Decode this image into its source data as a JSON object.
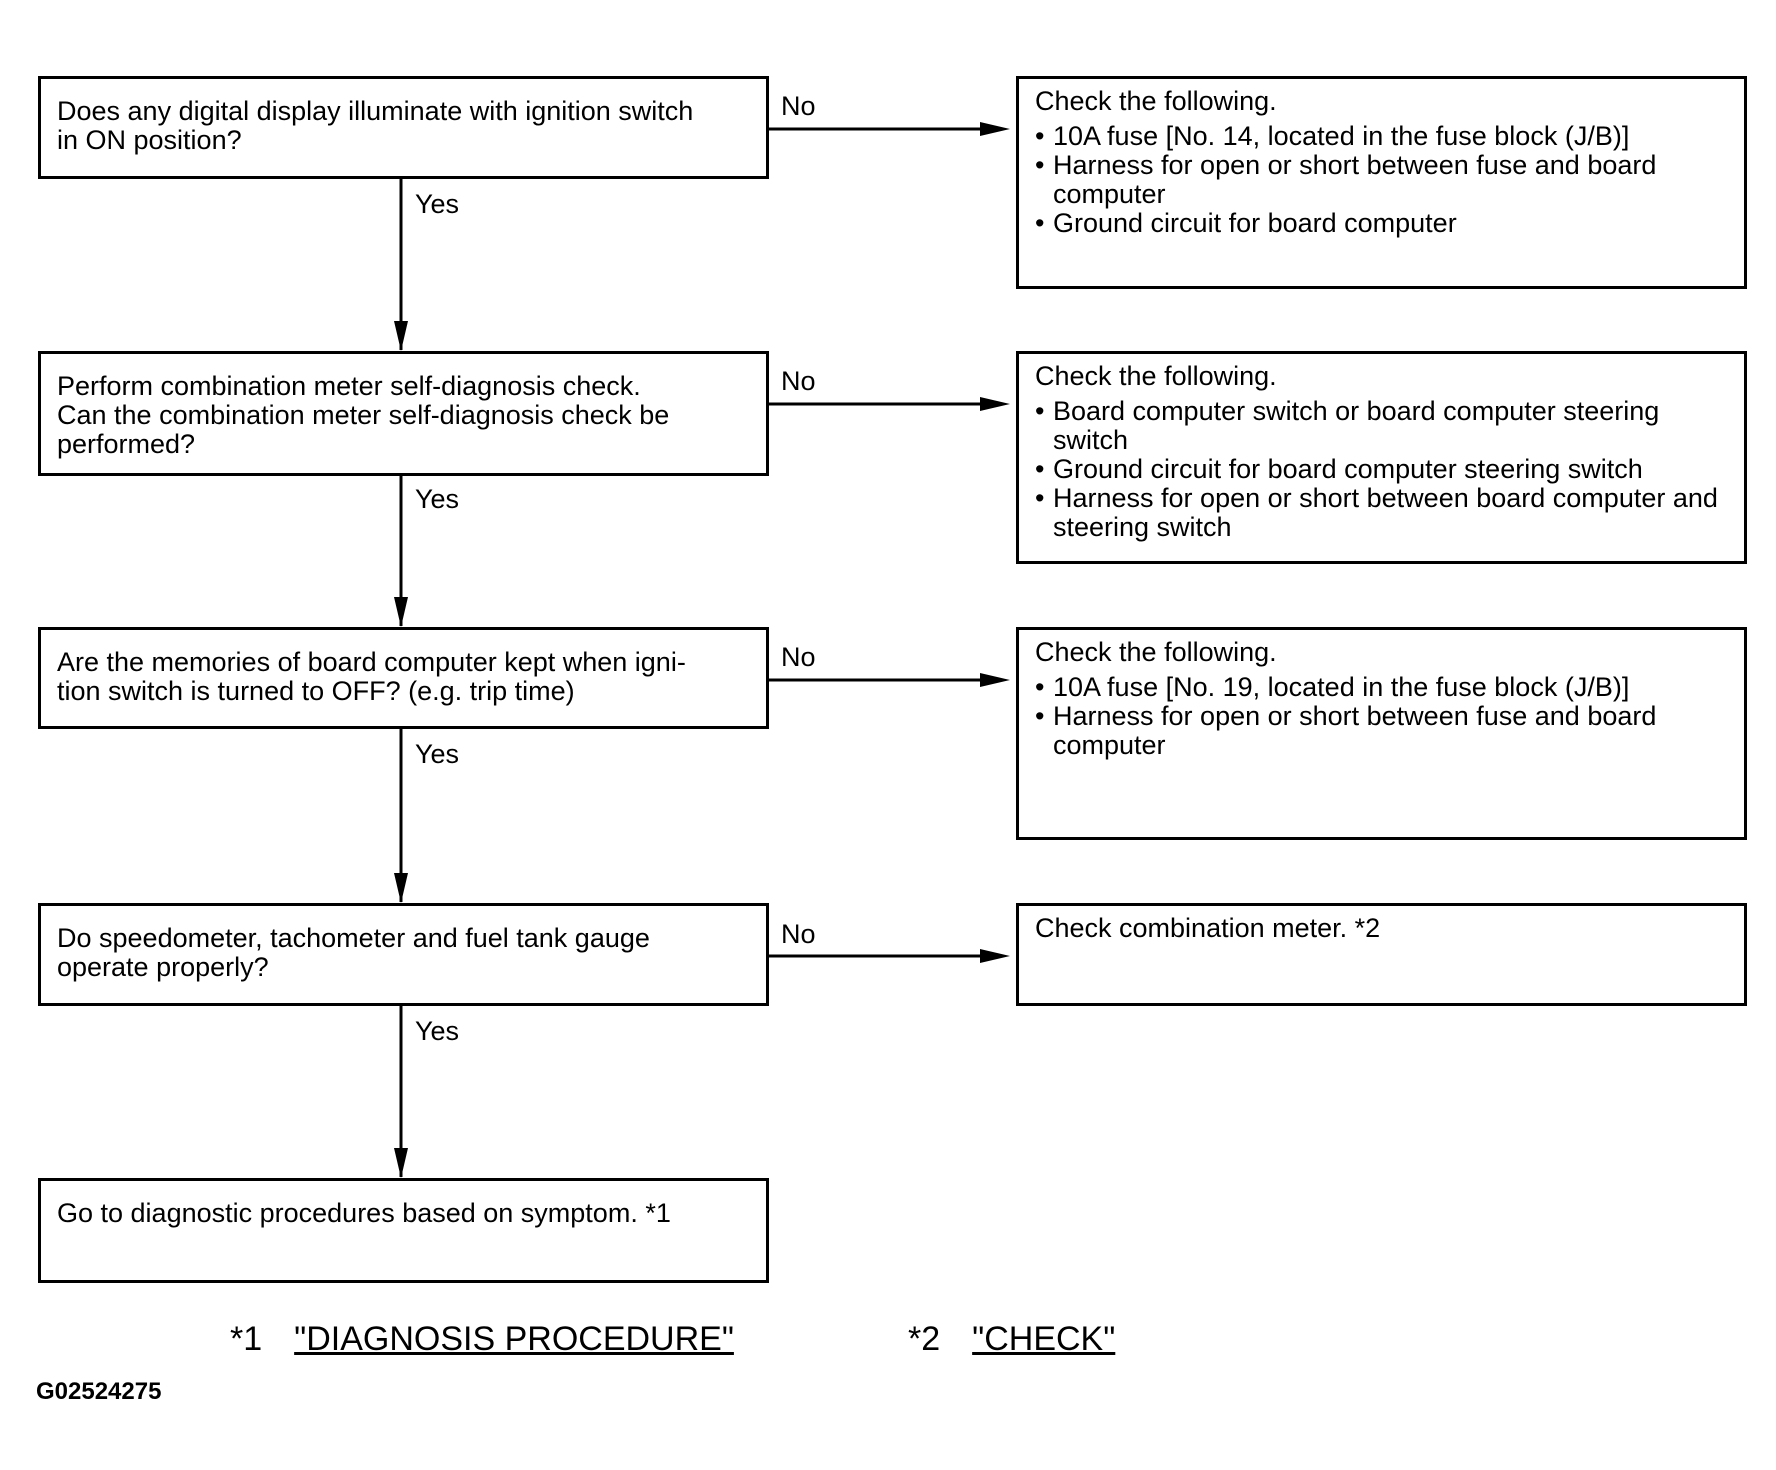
{
  "steps": [
    {
      "question": "Does any digital display illuminate with ignition switch\nin ON position?",
      "yes_label": "Yes",
      "no_label": "No",
      "no_action": {
        "title": "Check the following.",
        "items": [
          "10A fuse [No. 14, located in the fuse block (J/B)]",
          "Harness for open or short between fuse and board computer",
          "Ground circuit for board computer"
        ]
      }
    },
    {
      "question": "Perform combination meter self-diagnosis check.\nCan the combination meter self-diagnosis check be\nperformed?",
      "yes_label": "Yes",
      "no_label": "No",
      "no_action": {
        "title": "Check the following.",
        "items": [
          "Board computer switch or board computer steering switch",
          "Ground circuit for board computer steering switch",
          "Harness for open or short between board computer and steering switch"
        ]
      }
    },
    {
      "question": "Are the memories of board computer kept when igni-\ntion switch is turned to OFF? (e.g. trip time)",
      "yes_label": "Yes",
      "no_label": "No",
      "no_action": {
        "title": "Check the following.",
        "items": [
          "10A fuse [No. 19, located in the fuse block (J/B)]",
          "Harness  for open or short between fuse and board computer"
        ]
      }
    },
    {
      "question": "Do speedometer, tachometer and fuel tank gauge\noperate properly?",
      "yes_label": "Yes",
      "no_label": "No",
      "no_action": {
        "title": "Check combination meter. *2",
        "items": []
      }
    }
  ],
  "final_step": "Go to diagnostic procedures based on symptom. *1",
  "footnotes": [
    {
      "marker": "*1",
      "link": "\"DIAGNOSIS PROCEDURE\""
    },
    {
      "marker": "*2",
      "link": "\"CHECK\""
    }
  ],
  "figure_id": "G02524275"
}
